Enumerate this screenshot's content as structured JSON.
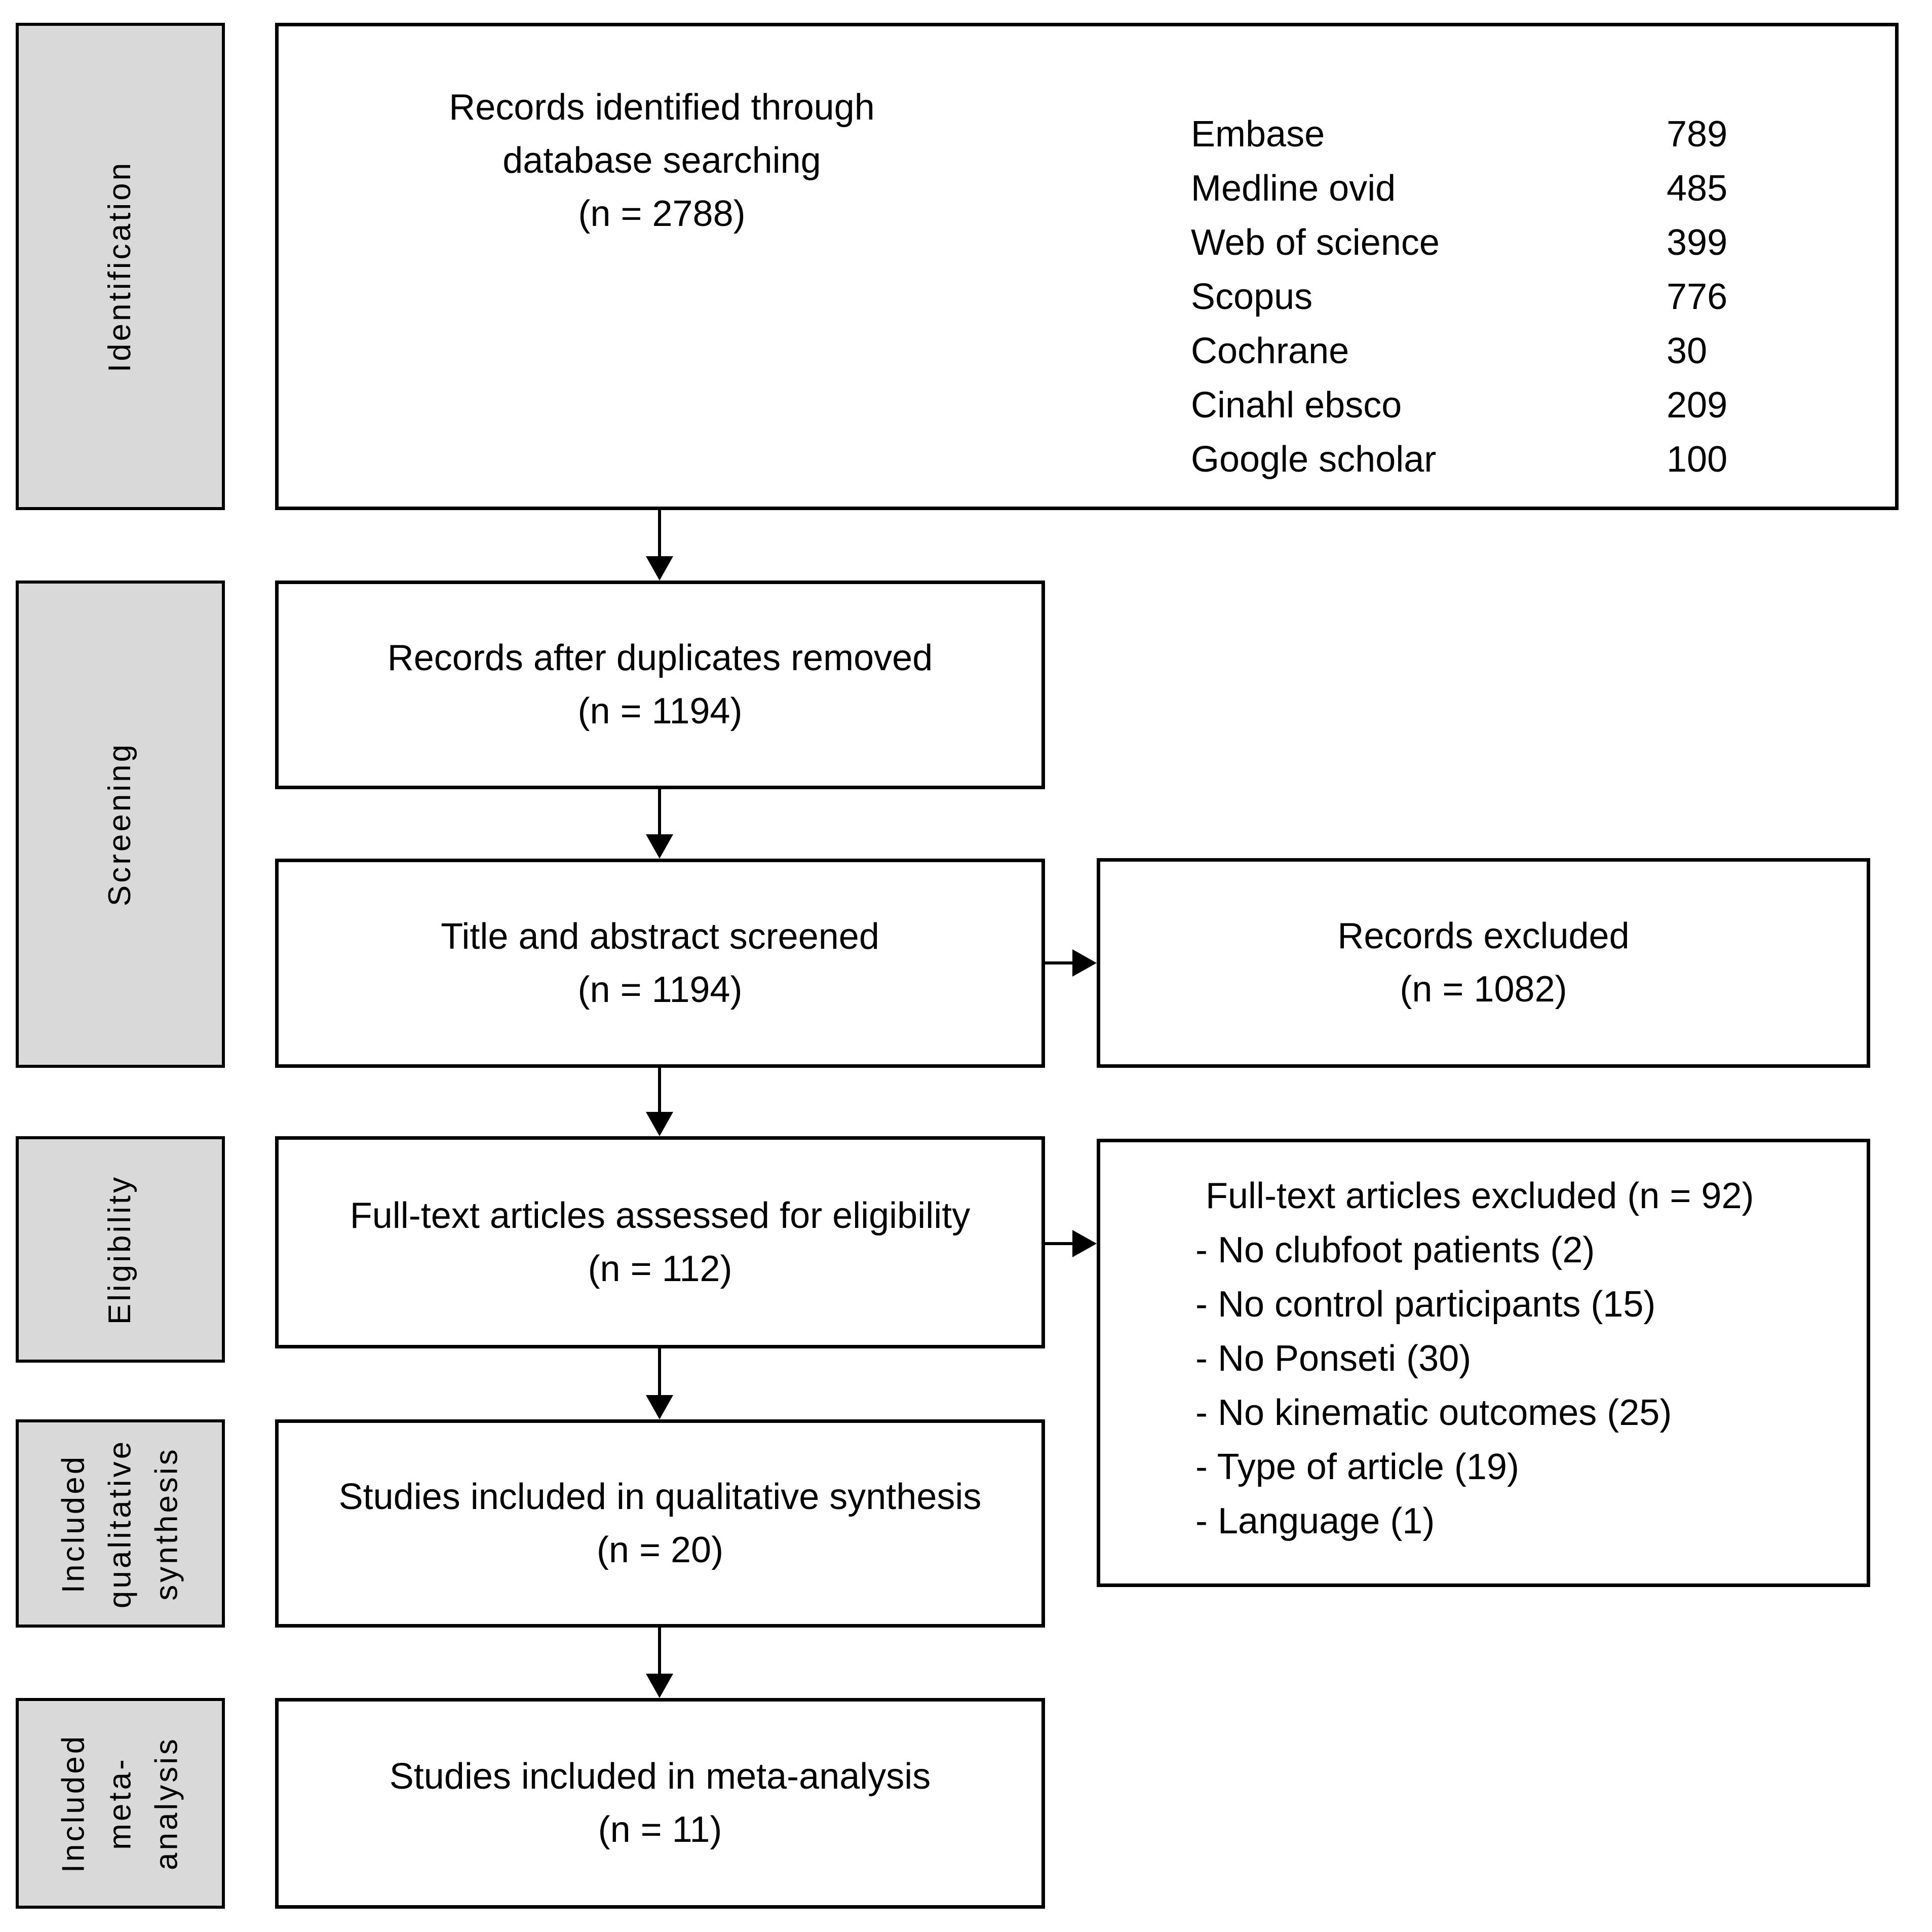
{
  "colors": {
    "background": "#ffffff",
    "stage_fill": "#d9d9d9",
    "border": "#000000",
    "text": "#000000"
  },
  "sidebar": {
    "stages": [
      {
        "label": "Identification"
      },
      {
        "label": "Screening"
      },
      {
        "label": "Eligibility"
      },
      {
        "label": "Included qualitative synthesis"
      },
      {
        "label": "Included meta-analysis"
      }
    ]
  },
  "flow": {
    "identification_box": {
      "lines": [
        "Records identified through",
        "database searching",
        "(n = 2788)"
      ],
      "databases": [
        {
          "name": "Embase",
          "count": "789"
        },
        {
          "name": "Medline ovid",
          "count": "485"
        },
        {
          "name": "Web of science",
          "count": "399"
        },
        {
          "name": "Scopus",
          "count": "776"
        },
        {
          "name": "Cochrane",
          "count": "30"
        },
        {
          "name": "Cinahl ebsco",
          "count": "209"
        },
        {
          "name": "Google scholar",
          "count": "100"
        }
      ]
    },
    "duplicates_box": {
      "lines": [
        "Records after duplicates removed",
        "(n = 1194)"
      ]
    },
    "screened_box": {
      "lines": [
        "Title and abstract screened",
        "(n = 1194)"
      ]
    },
    "records_excluded_box": {
      "lines": [
        "Records excluded",
        "(n = 1082)"
      ]
    },
    "fulltext_box": {
      "lines": [
        "Full-text articles assessed for eligibility",
        "(n = 112)"
      ]
    },
    "fulltext_excluded_box": {
      "title": "Full-text articles excluded (n = 92)",
      "reasons": [
        "- No clubfoot patients (2)",
        "- No control participants (15)",
        "- No Ponseti (30)",
        "- No kinematic outcomes (25)",
        "- Type of article (19)",
        "- Language (1)"
      ]
    },
    "qualitative_box": {
      "lines": [
        "Studies included in qualitative synthesis",
        "(n = 20)"
      ]
    },
    "meta_box": {
      "lines": [
        "Studies included in meta-analysis",
        "(n = 11)"
      ]
    }
  }
}
